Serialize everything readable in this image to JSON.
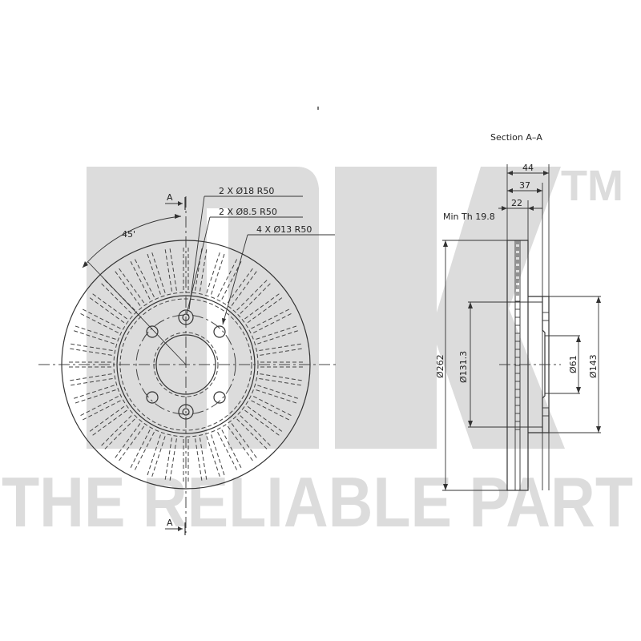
{
  "watermark": {
    "logo": "NK",
    "trademark": "TM",
    "slogan": "THE RELIABLE PART",
    "color": "#dcdcdc"
  },
  "front_view": {
    "section_marker_top": "A",
    "section_marker_bottom": "A",
    "angle_label": "45'",
    "callouts": [
      {
        "label": "2 X Ø18 R50"
      },
      {
        "label": "2 X Ø8.5 R50"
      },
      {
        "label": "4 X Ø13 R50"
      }
    ]
  },
  "section_view": {
    "title": "Section A–A",
    "dims": {
      "overall_height": "44",
      "hat_height": "37",
      "disc_thickness": "22",
      "min_thickness": "Min Th 19.8",
      "outer_diameter": "Ø262",
      "hat_inner_diameter": "Ø131.3",
      "center_bore": "Ø61",
      "hat_outer_diameter": "Ø143"
    }
  },
  "line_color": "#333333",
  "background": "#ffffff"
}
